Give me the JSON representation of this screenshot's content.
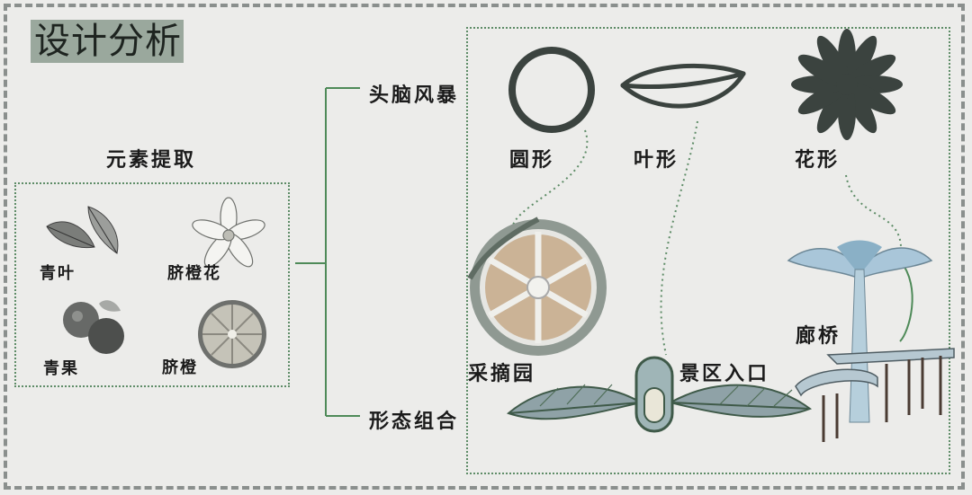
{
  "title": "设计分析",
  "element_extraction": {
    "heading": "元素提取",
    "items": [
      {
        "label": "青叶"
      },
      {
        "label": "脐橙花"
      },
      {
        "label": "青果"
      },
      {
        "label": "脐橙"
      }
    ]
  },
  "branches": {
    "brainstorm": "头脑风暴",
    "combination": "形态组合"
  },
  "shapes": [
    {
      "label": "圆形"
    },
    {
      "label": "叶形"
    },
    {
      "label": "花形"
    }
  ],
  "results": [
    {
      "label": "采摘园"
    },
    {
      "label": "景区入口"
    },
    {
      "label": "廊桥"
    }
  ],
  "colors": {
    "background": "#ececea",
    "title_bg": "#9aa89d",
    "dotted_line": "#5e8c67",
    "connector": "#4e8a58",
    "shape_dark": "#3b433f",
    "canopy_blue": "#a9c6d9"
  }
}
